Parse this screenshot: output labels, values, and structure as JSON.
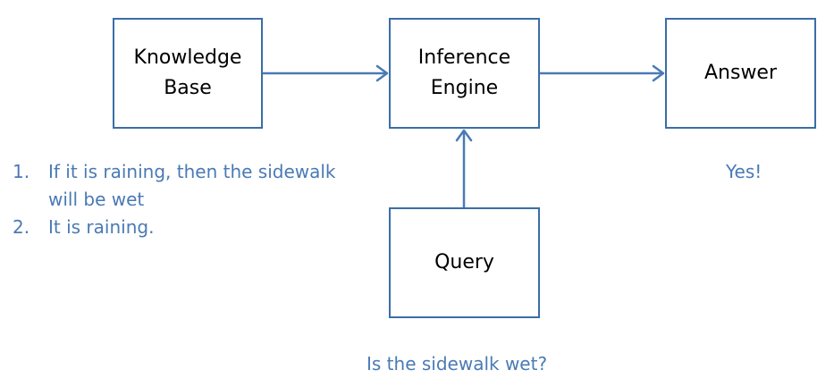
{
  "boxes": {
    "knowledge_base": "Knowledge\nBase",
    "inference_engine": "Inference\nEngine",
    "answer": "Answer",
    "query": "Query"
  },
  "facts": [
    {
      "number": "1.",
      "text": "If it is raining,  then the sidewalk will be wet"
    },
    {
      "number": "2.",
      "text": "It is raining."
    }
  ],
  "answer_text": "Yes!",
  "query_text": "Is the sidewalk wet?",
  "colors": {
    "box_border": "#3a6ea5",
    "arrow": "#4a7ab5",
    "annotation_text": "#4a7ab5"
  }
}
